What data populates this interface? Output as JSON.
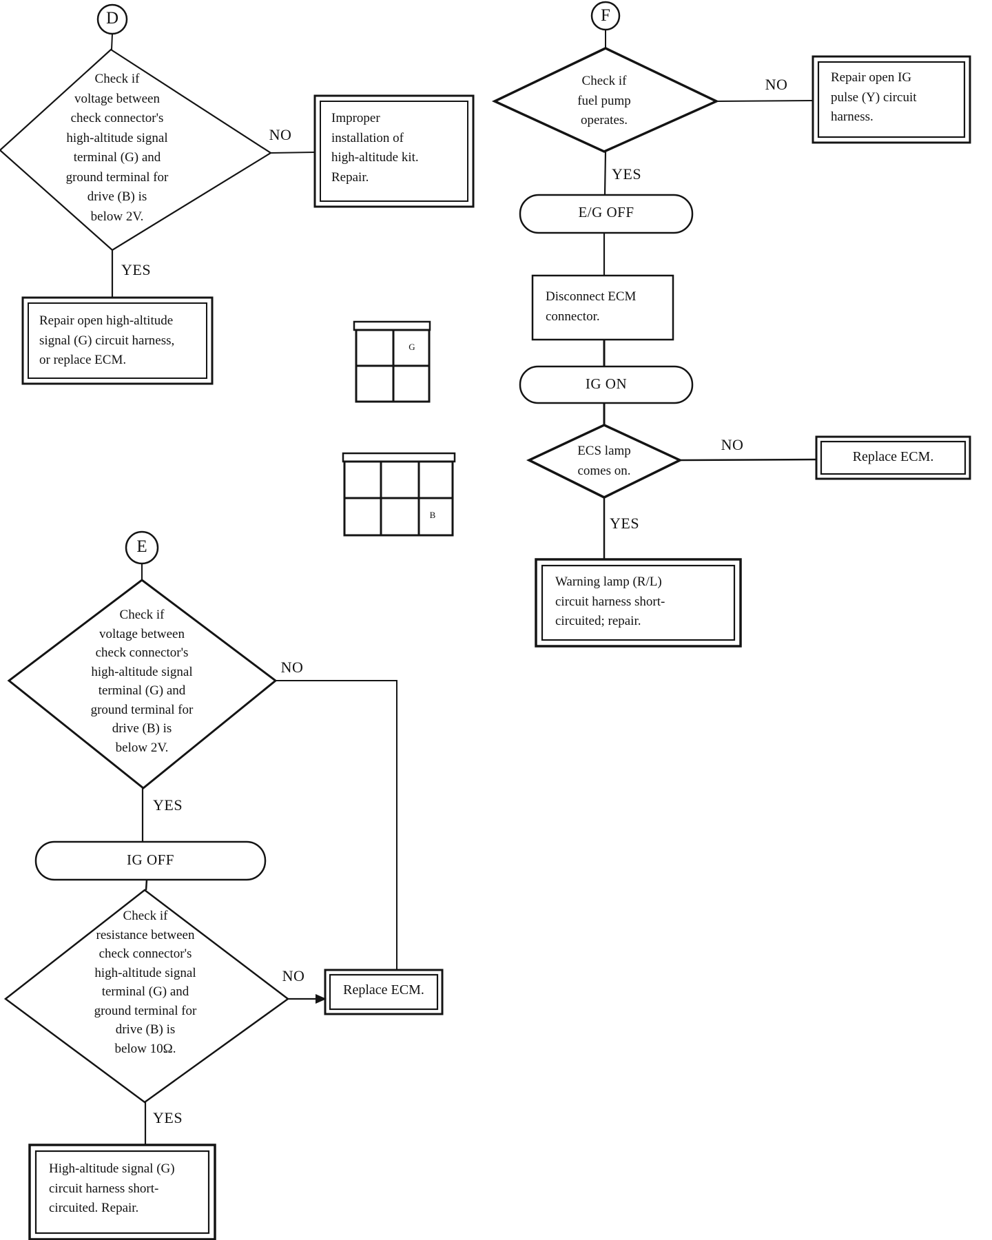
{
  "page": {
    "background_color": "#ffffff",
    "ink_color": "#141414"
  },
  "sections": {
    "d": {
      "connector_label": "D",
      "decision_text": "Check if\nvoltage between\ncheck connector's\nhigh-altitude signal\nterminal (G) and\nground terminal for\ndrive (B) is\nbelow 2V.",
      "no_label": "NO",
      "no_box_text": "Improper\ninstallation of\nhigh-altitude kit.\nRepair.",
      "yes_label": "YES",
      "yes_box_text": "Repair open high-altitude\nsignal (G) circuit harness,\nor replace ECM."
    },
    "connector_diagrams": {
      "pin_g_label": "G",
      "pin_b_label": "B"
    },
    "f": {
      "connector_label": "F",
      "decision1_text": "Check if\nfuel pump\noperates.",
      "no1_label": "NO",
      "no1_box_text": "Repair open IG\npulse (Y) circuit\nharness.",
      "yes1_label": "YES",
      "terminator1_text": "E/G OFF",
      "process1_text": "Disconnect ECM\nconnector.",
      "terminator2_text": "IG ON",
      "decision2_text": "ECS lamp\ncomes on.",
      "no2_label": "NO",
      "no2_box_text": "Replace ECM.",
      "yes2_label": "YES",
      "yes2_box_text": "Warning lamp (R/L)\ncircuit harness short-\ncircuited; repair."
    },
    "e": {
      "connector_label": "E",
      "decision1_text": "Check if\nvoltage between\ncheck connector's\nhigh-altitude signal\nterminal (G) and\nground terminal for\ndrive (B) is\nbelow 2V.",
      "no1_label": "NO",
      "yes1_label": "YES",
      "terminator1_text": "IG OFF",
      "decision2_text": "Check if\nresistance between\ncheck connector's\nhigh-altitude signal\nterminal (G) and\nground terminal for\ndrive (B) is\nbelow 10Ω.",
      "no2_label": "NO",
      "no2_box_text": "Replace ECM.",
      "yes2_label": "YES",
      "yes2_box_text": "High-altitude signal (G)\ncircuit harness short-\ncircuited. Repair."
    }
  }
}
